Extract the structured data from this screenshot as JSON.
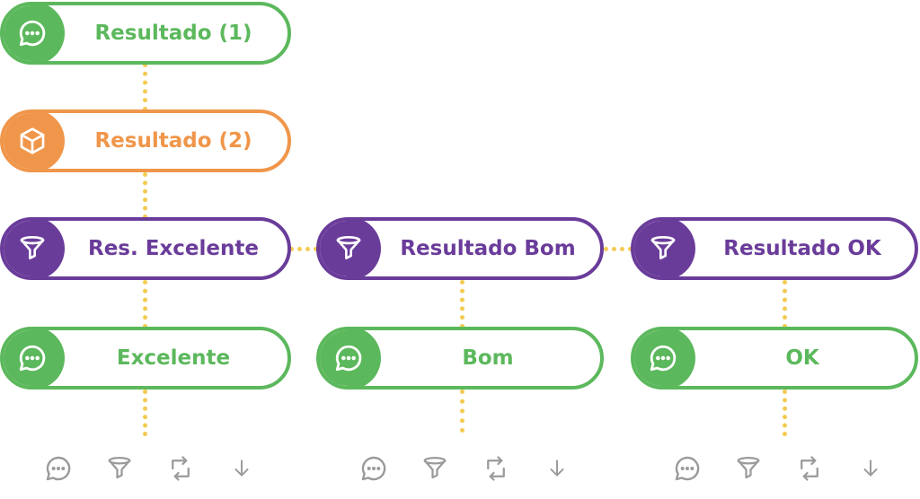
{
  "colors": {
    "message": "#5cb85c",
    "box": "#f0964a",
    "filter": "#6a3c9a",
    "connector": "#f3cb52",
    "toolbar_icon": "#9a9a9a"
  },
  "nodes": [
    {
      "label": "Resultado (1)",
      "icon": "chat-icon",
      "kind": "message"
    },
    {
      "label": "Resultado (2)",
      "icon": "box-icon",
      "kind": "box"
    },
    {
      "label": "Res. Excelente",
      "icon": "filter-icon",
      "kind": "filter"
    },
    {
      "label": "Resultado Bom",
      "icon": "filter-icon",
      "kind": "filter"
    },
    {
      "label": "Resultado OK",
      "icon": "filter-icon",
      "kind": "filter"
    },
    {
      "label": "Excelente",
      "icon": "chat-icon",
      "kind": "message"
    },
    {
      "label": "Bom",
      "icon": "chat-icon",
      "kind": "message"
    },
    {
      "label": "OK",
      "icon": "chat-icon",
      "kind": "message"
    }
  ],
  "toolbar_icons": [
    "chat-icon",
    "filter-icon",
    "repeat-icon",
    "arrow-down-icon"
  ]
}
